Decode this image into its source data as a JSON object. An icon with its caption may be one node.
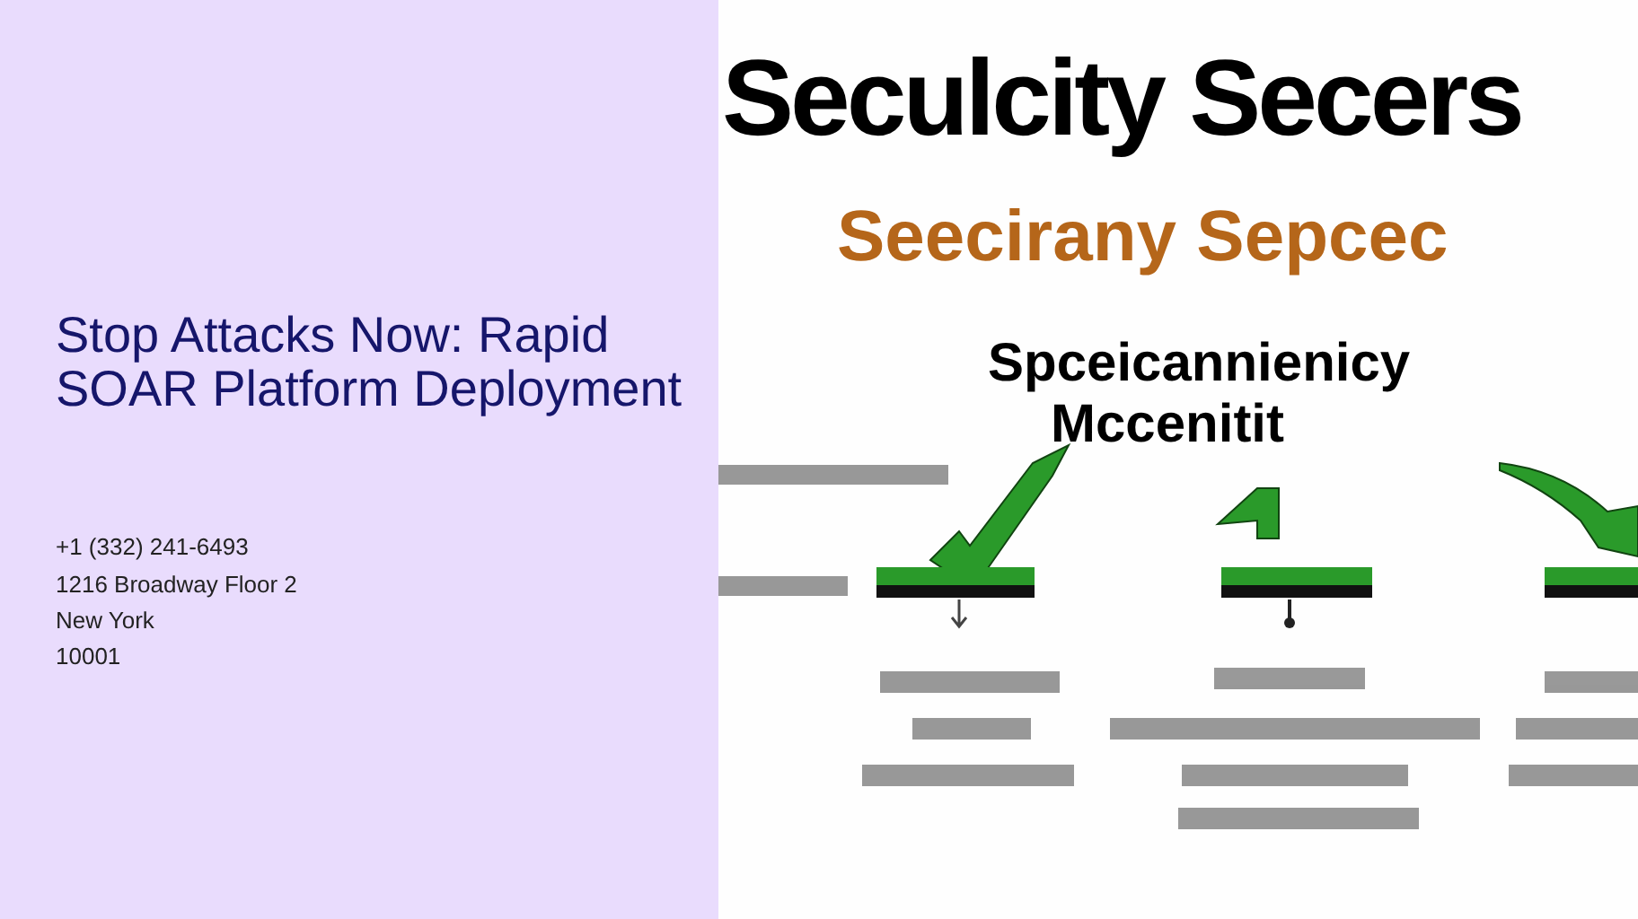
{
  "diagram": {
    "title": "Stop Attacks Now: Rapid SOAR Platform Deployment",
    "labels": [
      "+1 (332) 241-6493",
      "1216 Broadway Floor 2",
      "New York",
      "10001",
      "Seculcity Secers",
      "Seecirany Sepcec",
      "Spceicannienicy Mccenitit"
    ]
  }
}
